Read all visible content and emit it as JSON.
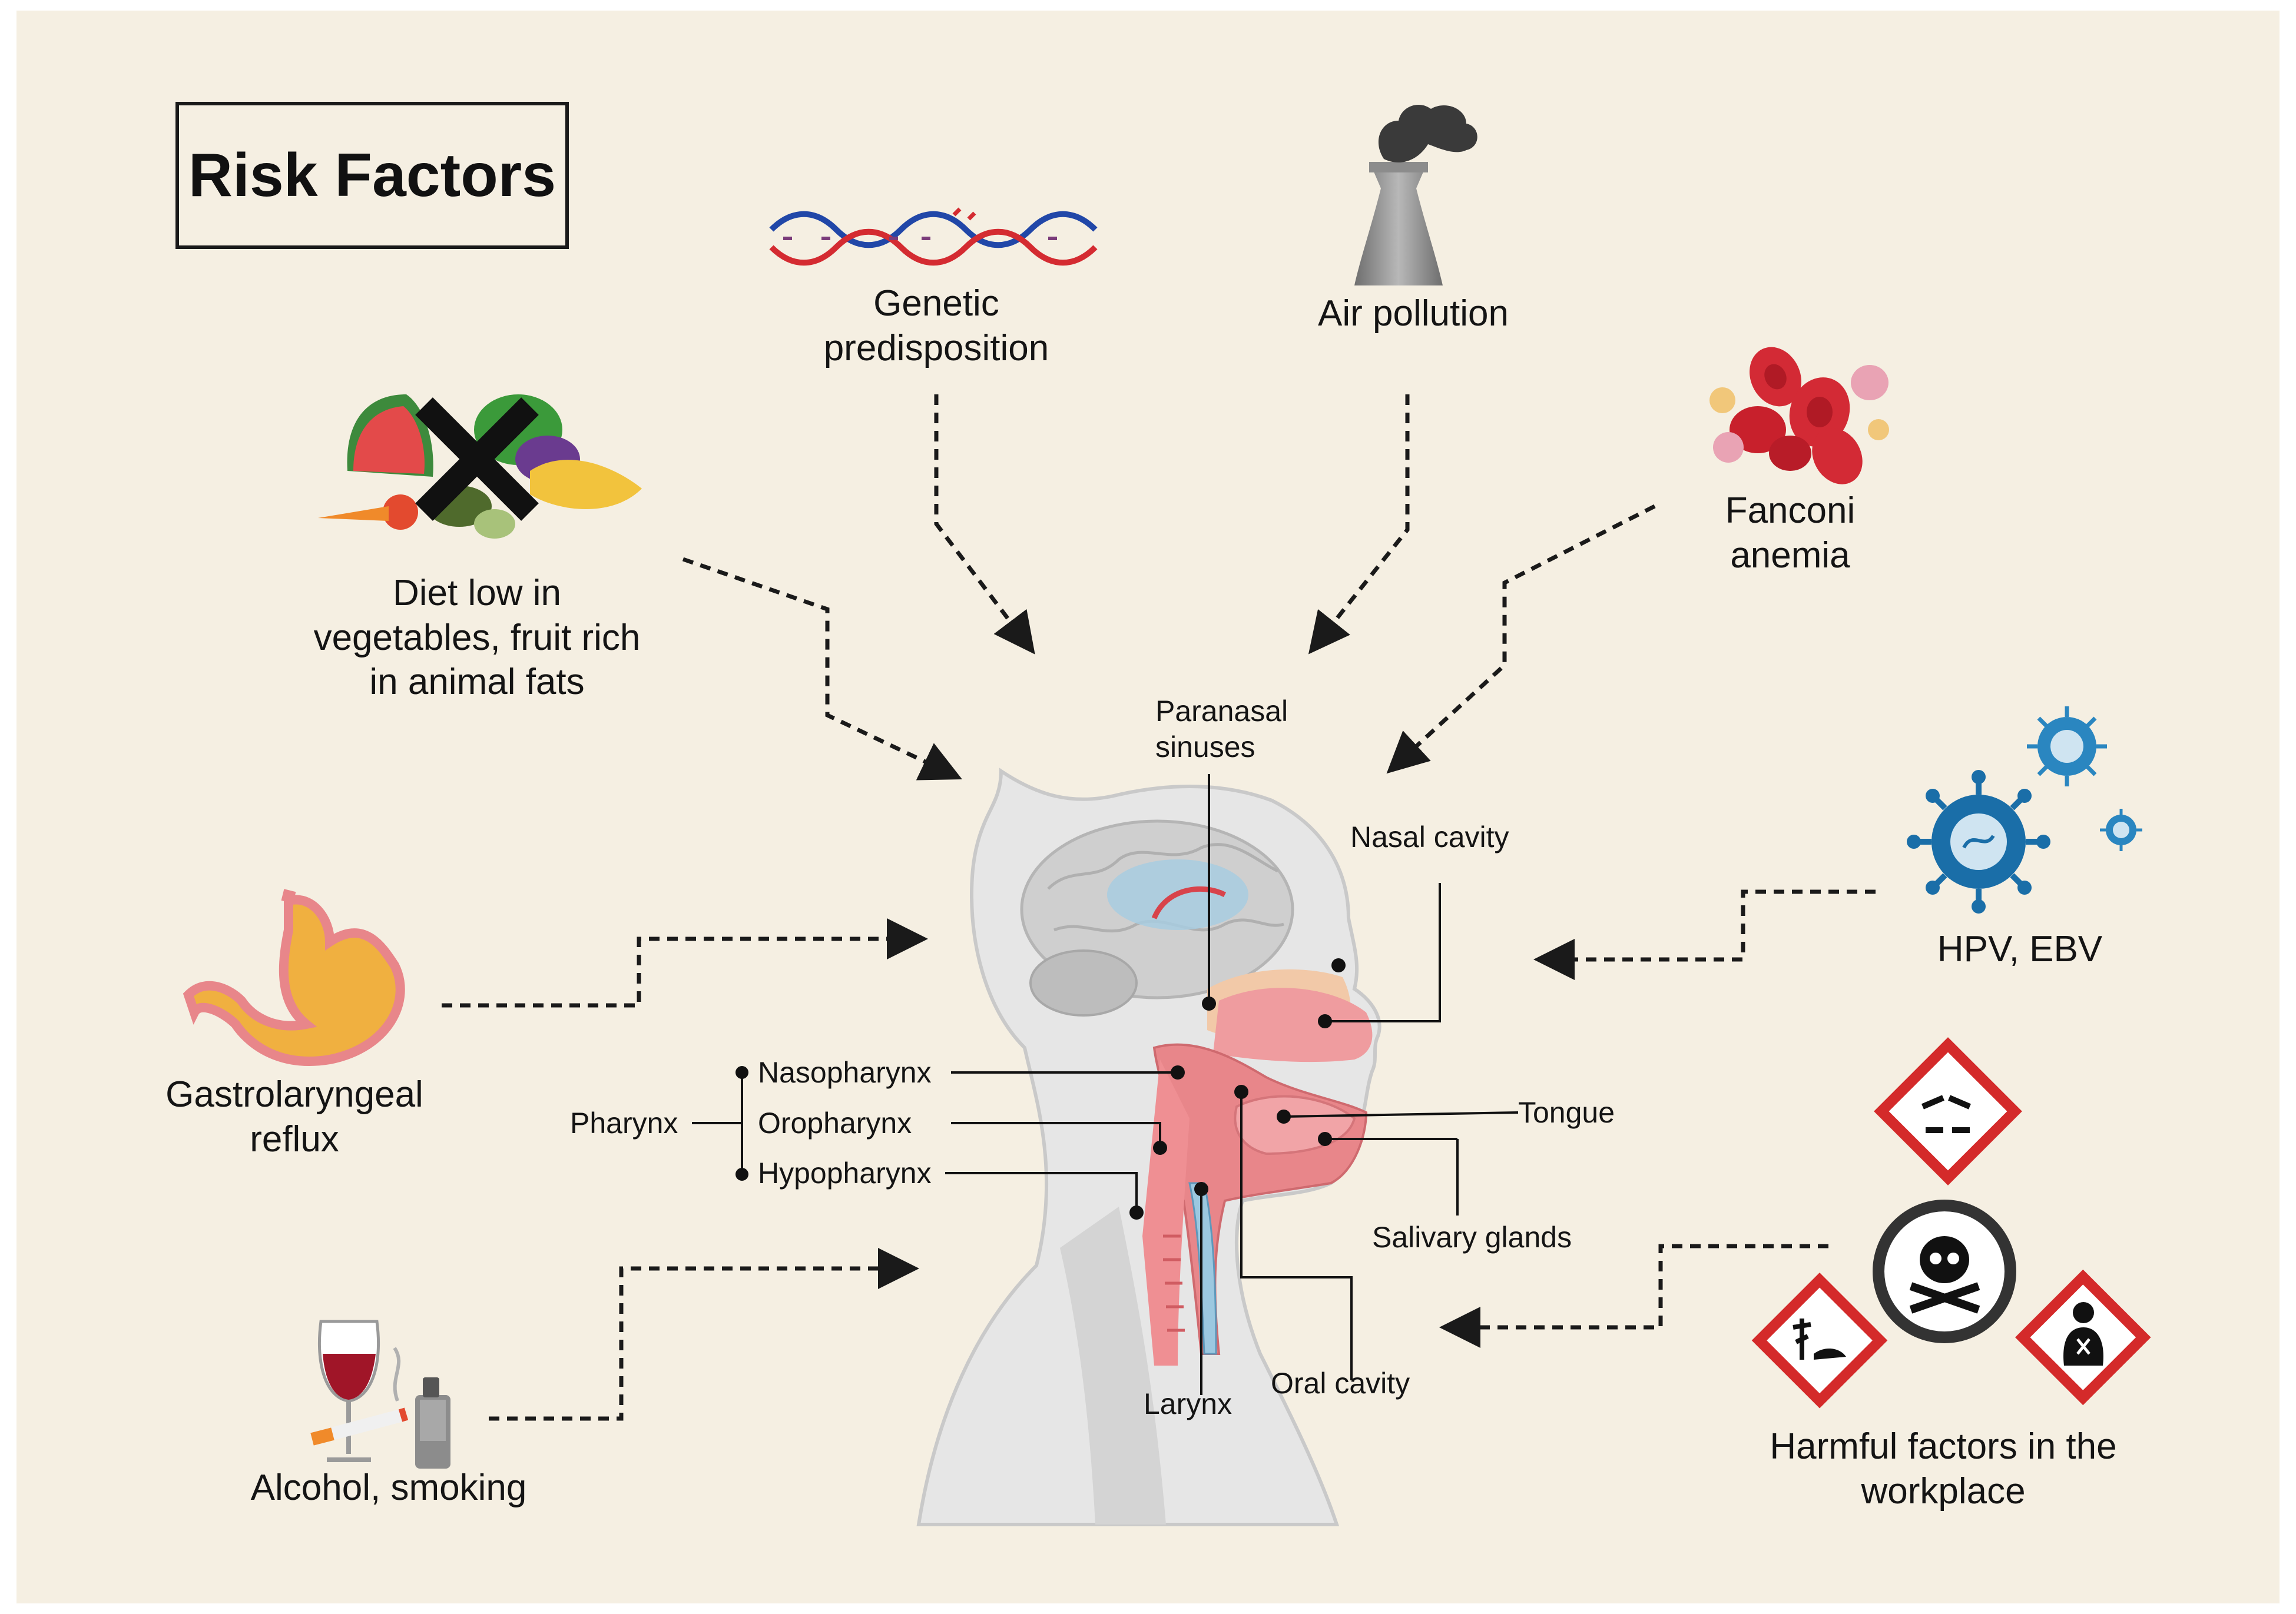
{
  "title": "Risk Factors",
  "factors": {
    "genetic": "Genetic\npredisposition",
    "air": "Air pollution",
    "fanconi": "Fanconi\nanemia",
    "diet": "Diet low in\nvegetables, fruit rich\nin animal fats",
    "reflux": "Gastrolaryngeal\nreflux",
    "virus": "HPV, EBV",
    "alcohol": "Alcohol, smoking",
    "workplace": "Harmful factors in the\nworkplace"
  },
  "anatomy": {
    "paranasal": "Paranasal\nsinuses",
    "nasal": "Nasal cavity",
    "pharynx": "Pharynx",
    "nasopharynx": "Nasopharynx",
    "oropharynx": "Oropharynx",
    "hypopharynx": "Hypopharynx",
    "tongue": "Tongue",
    "salivary": "Salivary glands",
    "oral": "Oral cavity",
    "larynx": "Larynx"
  },
  "colors": {
    "background": "#f5efe2",
    "arrow": "#1a1a1a",
    "tissue": "#e8868a",
    "head": "#e4e4e4",
    "hazard_red": "#d42a2a",
    "virus_blue": "#1a6ea8",
    "blood_red": "#d32a35"
  },
  "icons": [
    "dna-icon",
    "factory-chimney-icon",
    "blood-cells-icon",
    "fruit-vegetables-crossed-icon",
    "stomach-icon",
    "virus-icon",
    "wine-cigarette-ecig-icon",
    "hazard-toxic-icon",
    "hazard-corrosive-icon",
    "hazard-environment-icon",
    "hazard-health-icon"
  ]
}
